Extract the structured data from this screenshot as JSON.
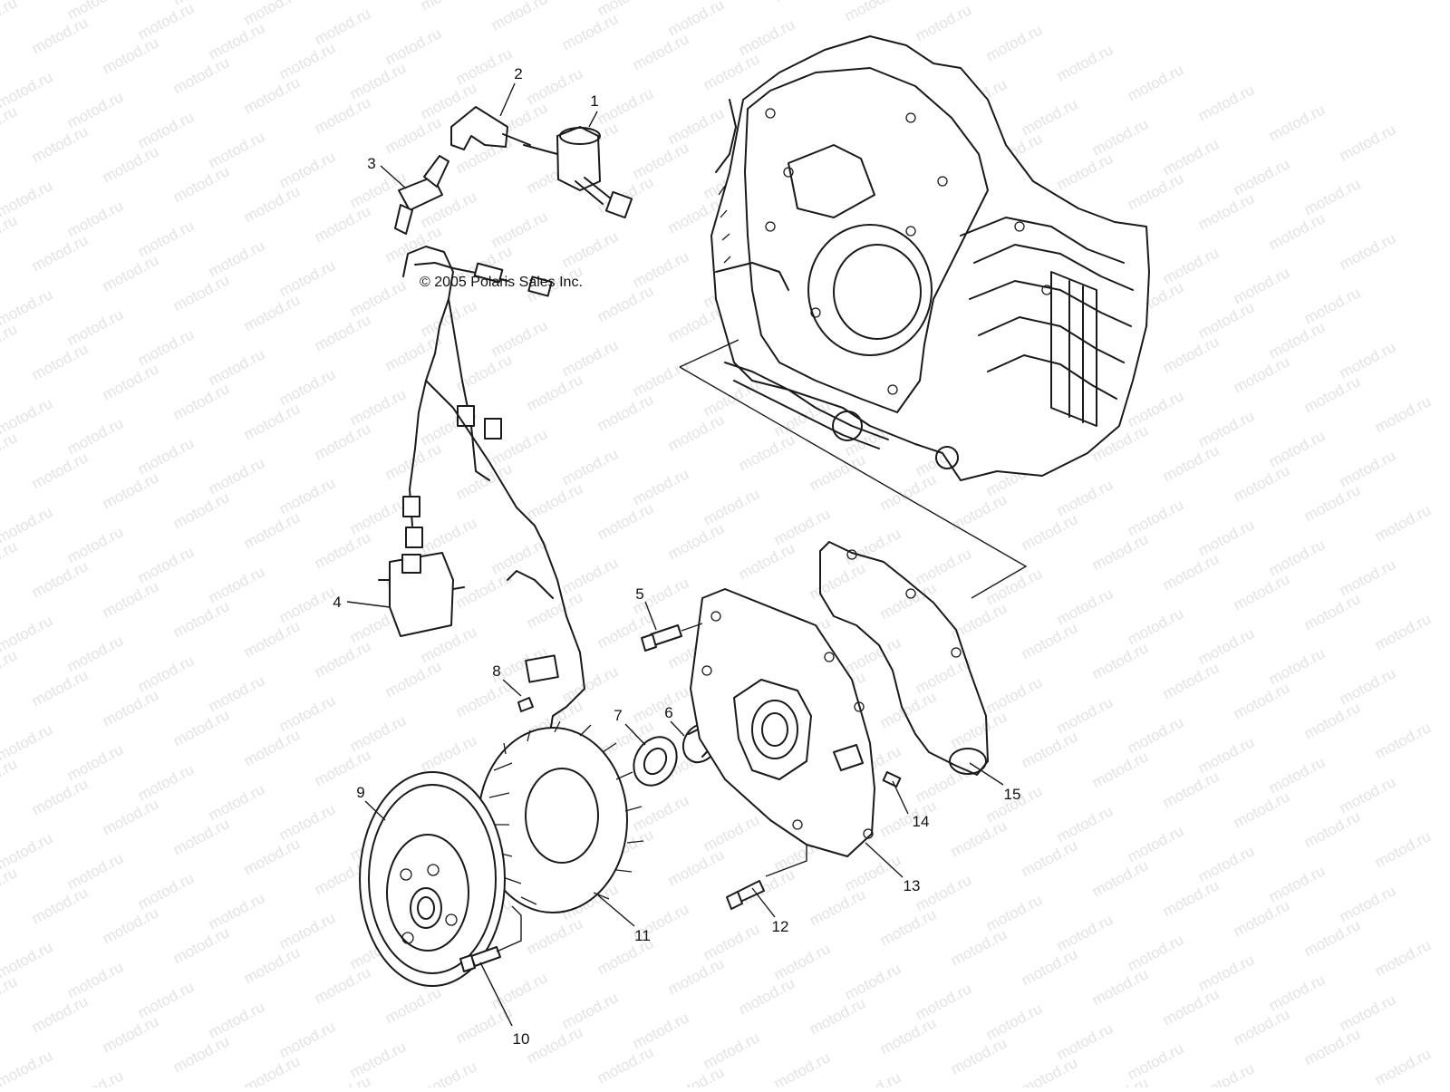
{
  "copyright": "© 2005 Polaris Sales Inc.",
  "watermark": "motod.ru",
  "callouts": [
    {
      "id": "1",
      "text": "1"
    },
    {
      "id": "2",
      "text": "2"
    },
    {
      "id": "3",
      "text": "3"
    },
    {
      "id": "4",
      "text": "4"
    },
    {
      "id": "5",
      "text": "5"
    },
    {
      "id": "6",
      "text": "6"
    },
    {
      "id": "7",
      "text": "7"
    },
    {
      "id": "8",
      "text": "8"
    },
    {
      "id": "9",
      "text": "9"
    },
    {
      "id": "10",
      "text": "10"
    },
    {
      "id": "11",
      "text": "11"
    },
    {
      "id": "12",
      "text": "12"
    },
    {
      "id": "13",
      "text": "13"
    },
    {
      "id": "14",
      "text": "14"
    },
    {
      "id": "15",
      "text": "15"
    }
  ]
}
